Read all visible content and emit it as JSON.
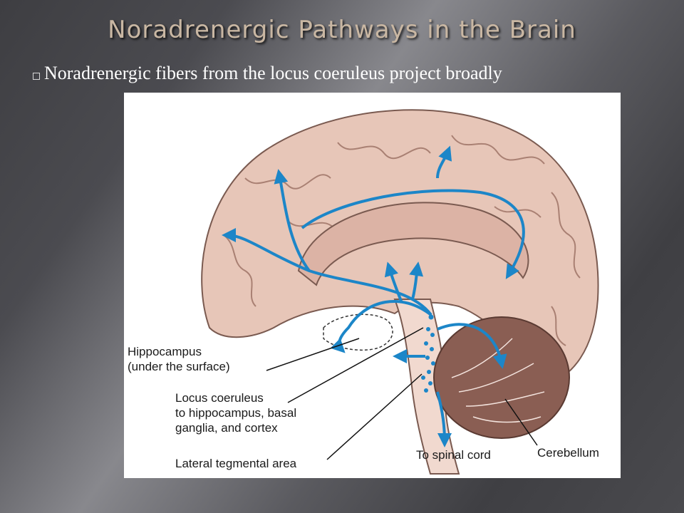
{
  "slide": {
    "title": "Noradrenergic Pathways in the Brain",
    "subtitle": "Noradrenergic fibers from the locus coeruleus project broadly"
  },
  "figure": {
    "labels": {
      "hippocampus_line1": "Hippocampus",
      "hippocampus_line2": "(under the surface)",
      "locus_line1": "Locus coeruleus",
      "locus_line2": "to hippocampus, basal",
      "locus_line3": "ganglia, and cortex",
      "lateral": "Lateral tegmental area",
      "spinal": "To spinal cord",
      "cerebellum": "Cerebellum"
    },
    "colors": {
      "pathway": "#1c86c8",
      "brain": "#e7c6b8",
      "cerebellum": "#8a5e53"
    }
  }
}
